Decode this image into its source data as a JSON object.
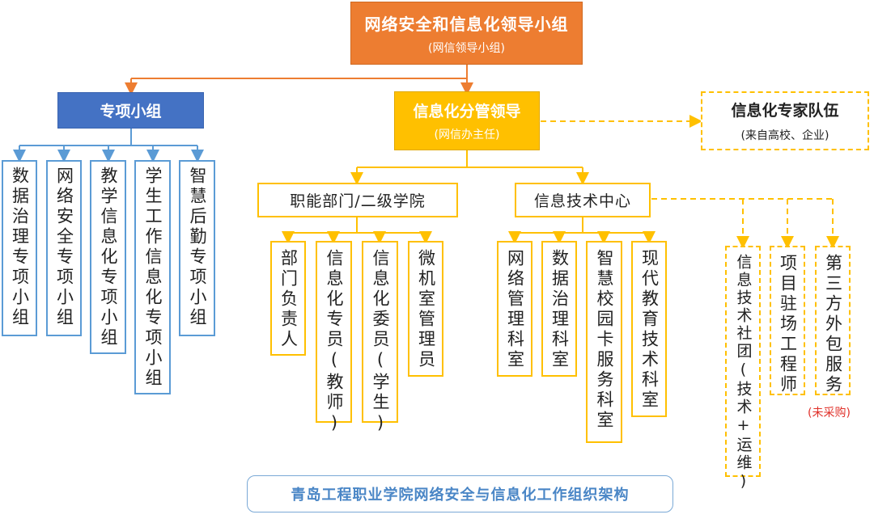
{
  "root": {
    "title": "网络安全和信息化领导小组",
    "subtitle": "(网信领导小组)"
  },
  "special_groups": {
    "title": "专项小组",
    "items": [
      "数据治理专项小组",
      "网络安全专项小组",
      "教学信息化专项小组",
      "学生工作信息化专项小组",
      "智慧后勤专项小组"
    ]
  },
  "it_leader": {
    "title": "信息化分管领导",
    "subtitle": "(网信办主任)"
  },
  "expert_team": {
    "title": "信息化专家队伍",
    "subtitle": "(来自高校、企业)"
  },
  "departments": {
    "title": "职能部门/二级学院",
    "items": [
      "部门负责人",
      "信息化专员(教师)",
      "信息化委员(学生)",
      "微机室管理员"
    ]
  },
  "it_center": {
    "title": "信息技术中心",
    "items": [
      "网络管理科室",
      "数据治理科室",
      "智慧校园卡服务科室",
      "现代教育技术科室"
    ]
  },
  "external": {
    "items": [
      "信息技术社团(技术+运维)",
      "项目驻场工程师",
      "第三方外包服务"
    ],
    "note": "(未采购)"
  },
  "footer": {
    "title": "青岛工程职业学院网络安全与信息化工作组织架构"
  },
  "colors": {
    "orange": "#ED7D31",
    "blue": "#4472C4",
    "light_blue": "#5B9BD5",
    "yellow": "#FFC000",
    "red": "#E0312A"
  }
}
